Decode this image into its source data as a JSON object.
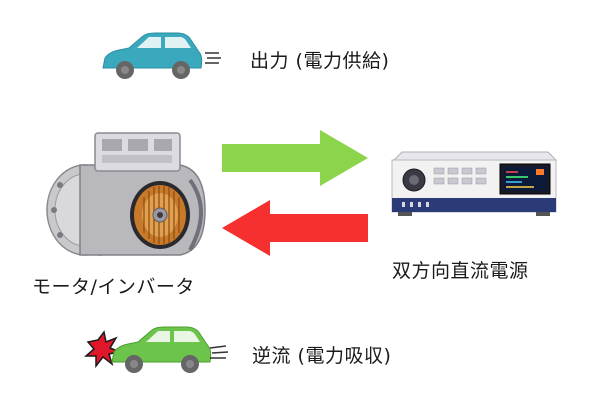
{
  "labels": {
    "output": "出力 (電力供給)",
    "reverse": "逆流 (電力吸収)",
    "motor": "モータ/インバータ",
    "power_supply": "双方向直流電源"
  },
  "colors": {
    "forward_arrow": "#8cd44a",
    "reverse_arrow": "#f5302e",
    "car_top": "#3aa9bd",
    "car_bottom": "#6cc44a",
    "wheel": "#666666",
    "spark": "#e0162b",
    "supply_body": "#2a3b78",
    "supply_panel": "#f2f2f2"
  }
}
